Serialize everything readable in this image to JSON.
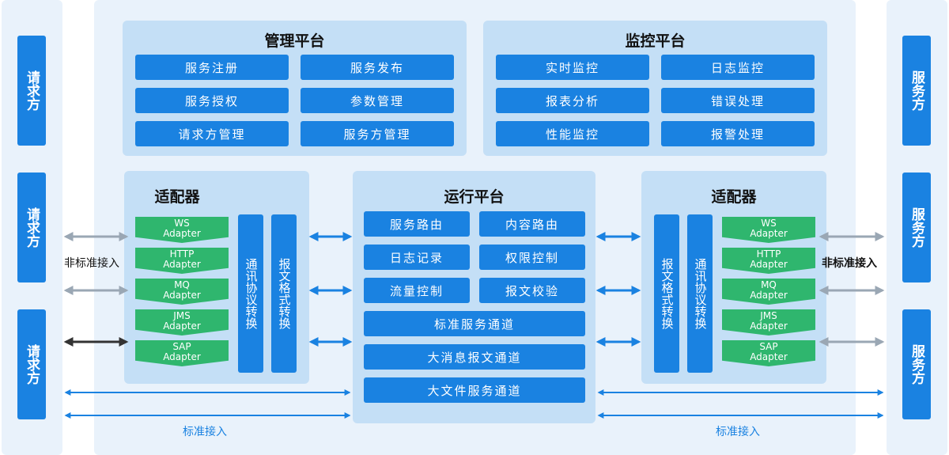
{
  "left_column": {
    "boxes": [
      "请求方",
      "请求方",
      "请求方"
    ]
  },
  "right_column": {
    "boxes": [
      "服务方",
      "服务方",
      "服务方"
    ]
  },
  "management_platform": {
    "title": "管理平台",
    "items": [
      "服务注册",
      "服务发布",
      "服务授权",
      "参数管理",
      "请求方管理",
      "服务方管理"
    ]
  },
  "monitoring_platform": {
    "title": "监控平台",
    "items": [
      "实时监控",
      "日志监控",
      "报表分析",
      "错误处理",
      "性能监控",
      "报警处理"
    ]
  },
  "left_adapter": {
    "title": "适配器",
    "adapters": [
      "WS\nAdapter",
      "HTTP\nAdapter",
      "MQ\nAdapter",
      "JMS\nAdapter",
      "SAP\nAdapter"
    ],
    "bars": [
      "通讯协议转换",
      "报文格式转换"
    ]
  },
  "runtime_platform": {
    "title": "运行平台",
    "items": [
      "服务路由",
      "内容路由",
      "日志记录",
      "权限控制",
      "流量控制",
      "报文校验"
    ],
    "channels": [
      "标准服务通道",
      "大消息报文通道",
      "大文件服务通道"
    ]
  },
  "right_adapter": {
    "title": "适配器",
    "bars": [
      "报文格式转换",
      "通讯协议转换"
    ],
    "adapters": [
      "WS\nAdapter",
      "HTTP\nAdapter",
      "MQ\nAdapter",
      "JMS\nAdapter",
      "SAP\nAdapter"
    ]
  },
  "labels": {
    "left_nonstandard": "非标准接入",
    "right_nonstandard": "非标准接入",
    "left_standard": "标准接入",
    "right_standard": "标准接入"
  },
  "colors": {
    "primary_blue": "#1a82e1",
    "adapter_green": "#2fb66e",
    "panel_bg": "#e9f2fb",
    "platform_bg": "#c4dff6",
    "gray_arrow": "#9aa7b4",
    "dark_arrow": "#333333"
  }
}
